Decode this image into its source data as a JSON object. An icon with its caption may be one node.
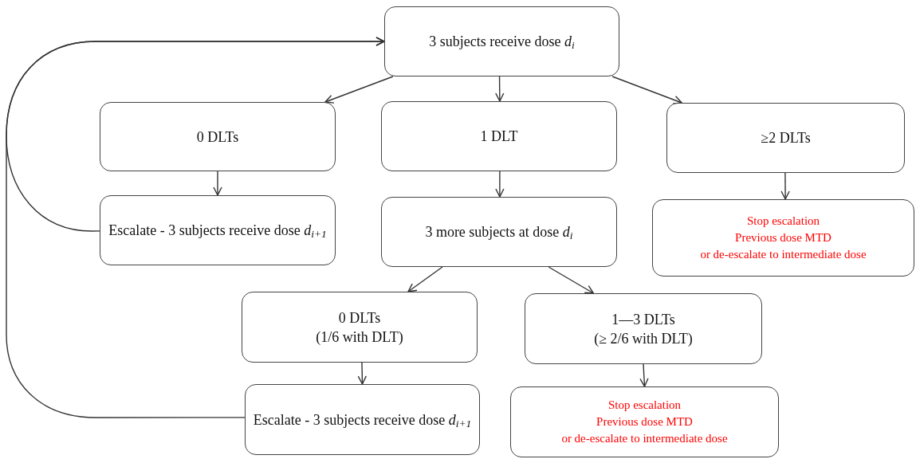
{
  "diagram": {
    "nodes": [
      {
        "text": [
          "3 subjects receive dose *d*$_{i}$"
        ]
      },
      {
        "text": [
          "0 DLTs"
        ]
      },
      {
        "text": [
          "1 DLT"
        ]
      },
      {
        "text": [
          "≥2 DLTs"
        ]
      },
      {
        "text": [
          "Escalate - 3 subjects receive dose *d*$_{i+1}$"
        ]
      },
      {
        "text": [
          "3 more subjects at dose *d*$_{i}$"
        ]
      },
      {
        "text": [
          "Stop escalation",
          "Previous dose MTD",
          "or de-escalate to intermediate dose"
        ]
      },
      {
        "text": [
          "0 DLTs",
          "(1/6 with DLT)"
        ]
      },
      {
        "text": [
          "1—3 DLTs",
          "(≥ 2/6 with DLT)"
        ]
      },
      {
        "text": [
          "Escalate - 3 subjects receive dose *d*$_{i+1}$"
        ]
      },
      {
        "text": [
          "Stop escalation",
          "Previous dose MTD",
          "or de-escalate to intermediate dose"
        ]
      }
    ],
    "edges": [
      {
        "from": 0,
        "to": 1,
        "arrow": "to"
      },
      {
        "from": 0,
        "to": 2,
        "arrow": "to"
      },
      {
        "from": 0,
        "to": 3,
        "arrow": "to"
      },
      {
        "from": 1,
        "to": 4,
        "arrow": "to"
      },
      {
        "from": 2,
        "to": 5,
        "arrow": "to"
      },
      {
        "from": 3,
        "to": 6,
        "arrow": "to"
      },
      {
        "from": 5,
        "to": 7,
        "arrow": "to"
      },
      {
        "from": 5,
        "to": 8,
        "arrow": "to"
      },
      {
        "from": 7,
        "to": 9,
        "arrow": "to"
      },
      {
        "from": 8,
        "to": 10,
        "arrow": "to"
      },
      {
        "from": 4,
        "to": 0,
        "arrow": "to"
      },
      {
        "from": 9,
        "to": 0,
        "arrow": "to"
      }
    ]
  }
}
